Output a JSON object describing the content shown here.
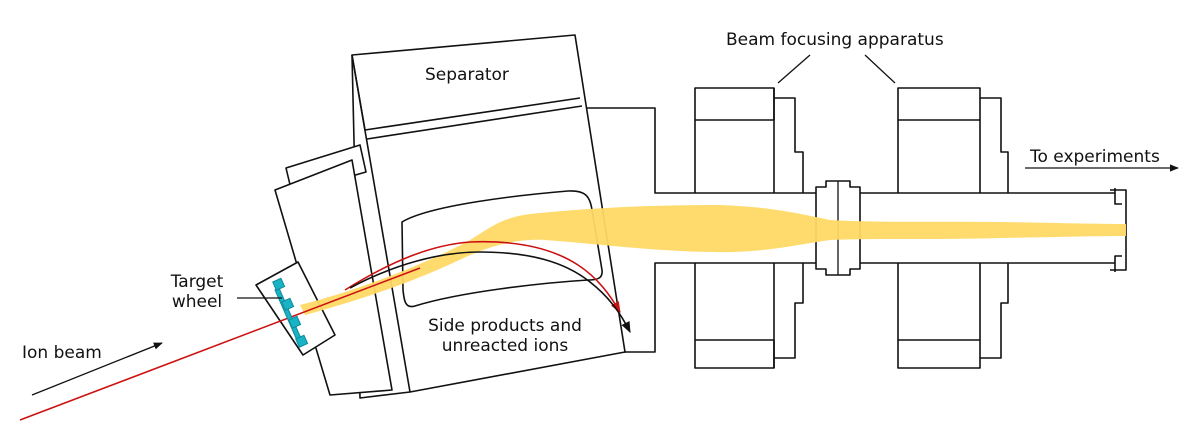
{
  "labels": {
    "separator": "Separator",
    "beam_focusing": "Beam focusing apparatus",
    "to_experiments": "To experiments",
    "target_wheel_line1": "Target",
    "target_wheel_line2": "wheel",
    "ion_beam": "Ion beam",
    "side_products_line1": "Side products and",
    "side_products_line2": "unreacted ions"
  },
  "colors": {
    "ion_beam": "#cc1111",
    "product_beam": "#ffd966",
    "target_wheel": "#19b3c6",
    "outline": "#111111"
  }
}
